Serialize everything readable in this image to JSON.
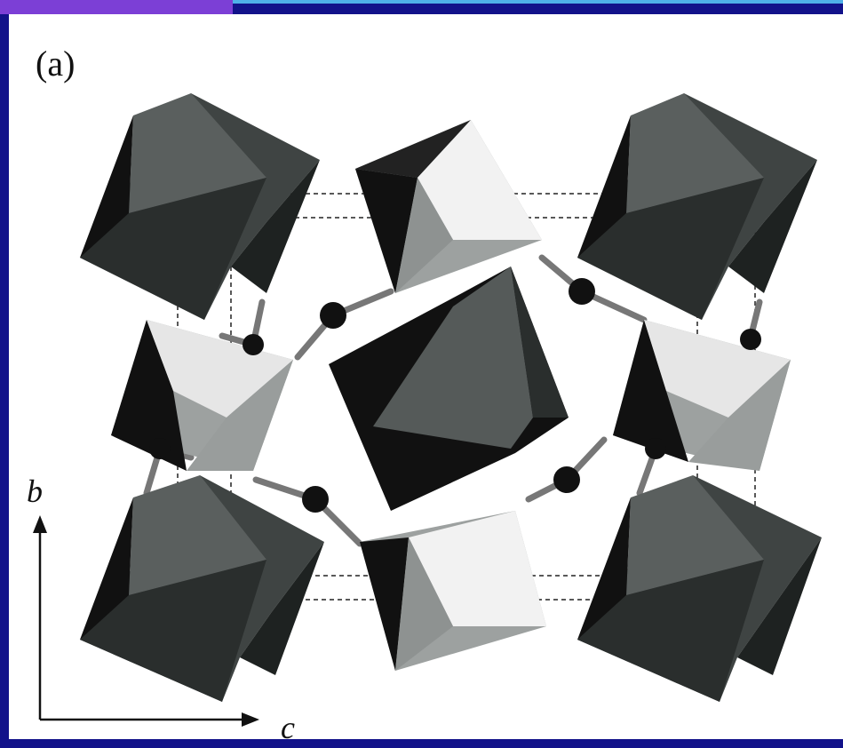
{
  "figure": {
    "panel_label": "(a)",
    "axis_b_label": "b",
    "axis_c_label": "c"
  },
  "colors": {
    "frame": "#12128a",
    "accent_purple": "#7c3fd6",
    "accent_blue": "#4fb0e8",
    "dark_octahedron": "#3a3e3d",
    "light_octahedron": "#e9e9e9",
    "atom": "#111111"
  }
}
